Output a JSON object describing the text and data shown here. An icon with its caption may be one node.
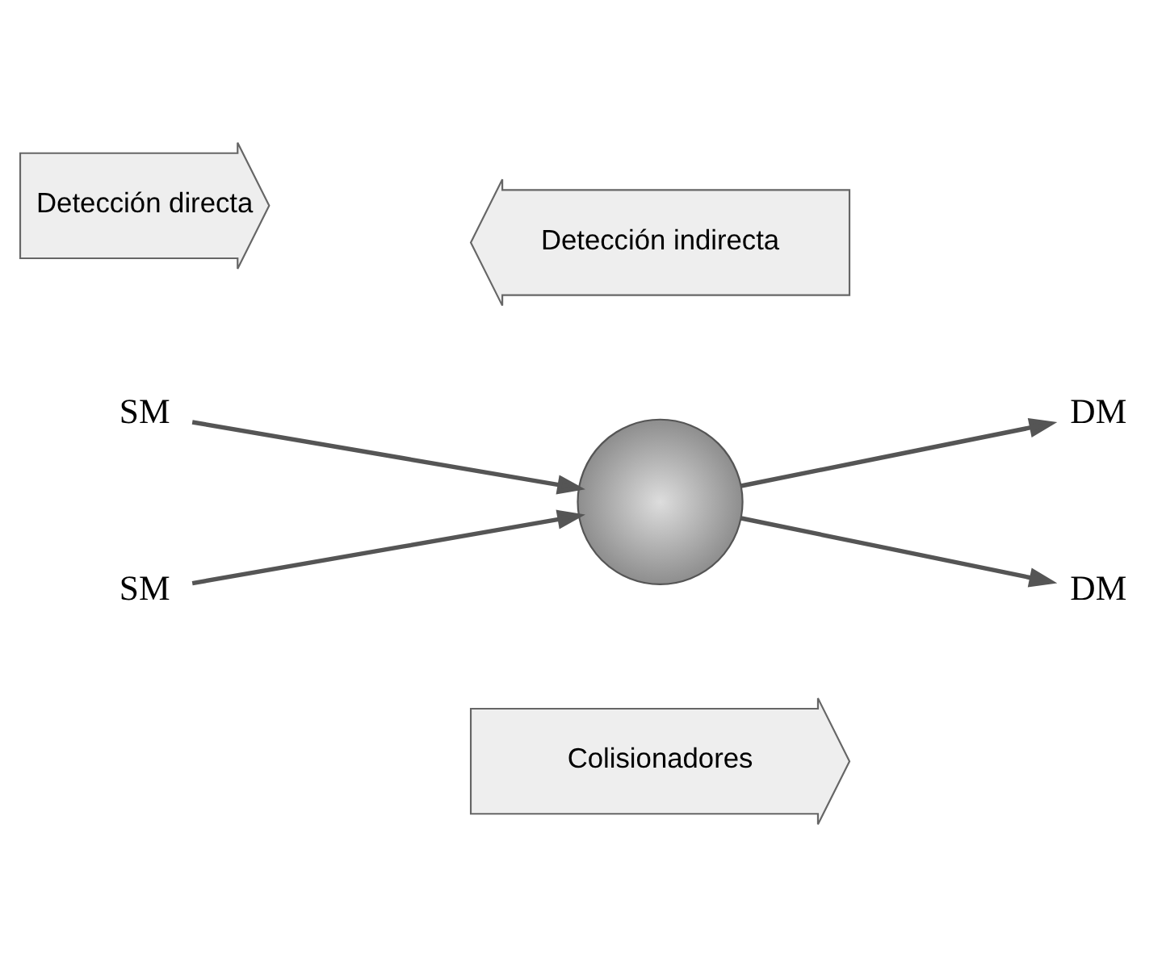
{
  "diagram": {
    "nodes": [
      {
        "text": [
          "Colisionadores"
        ]
      },
      {
        "text": [
          "SM"
        ]
      },
      {
        "text": [
          "DM"
        ]
      },
      {
        "text": [
          "Detección directa"
        ]
      },
      {
        "text": [],
        "shape": "circle"
      },
      {
        "text": [
          "SM"
        ]
      },
      {
        "text": [
          "DM"
        ]
      },
      {
        "text": [
          "Detección indirecta"
        ]
      }
    ],
    "edges": [
      {
        "from": 1,
        "to": 4,
        "arrow": "to"
      },
      {
        "from": 5,
        "to": 4,
        "arrow": "to"
      },
      {
        "from": 4,
        "to": 2,
        "arrow": "to"
      },
      {
        "from": 4,
        "to": 6,
        "arrow": "to"
      }
    ]
  }
}
